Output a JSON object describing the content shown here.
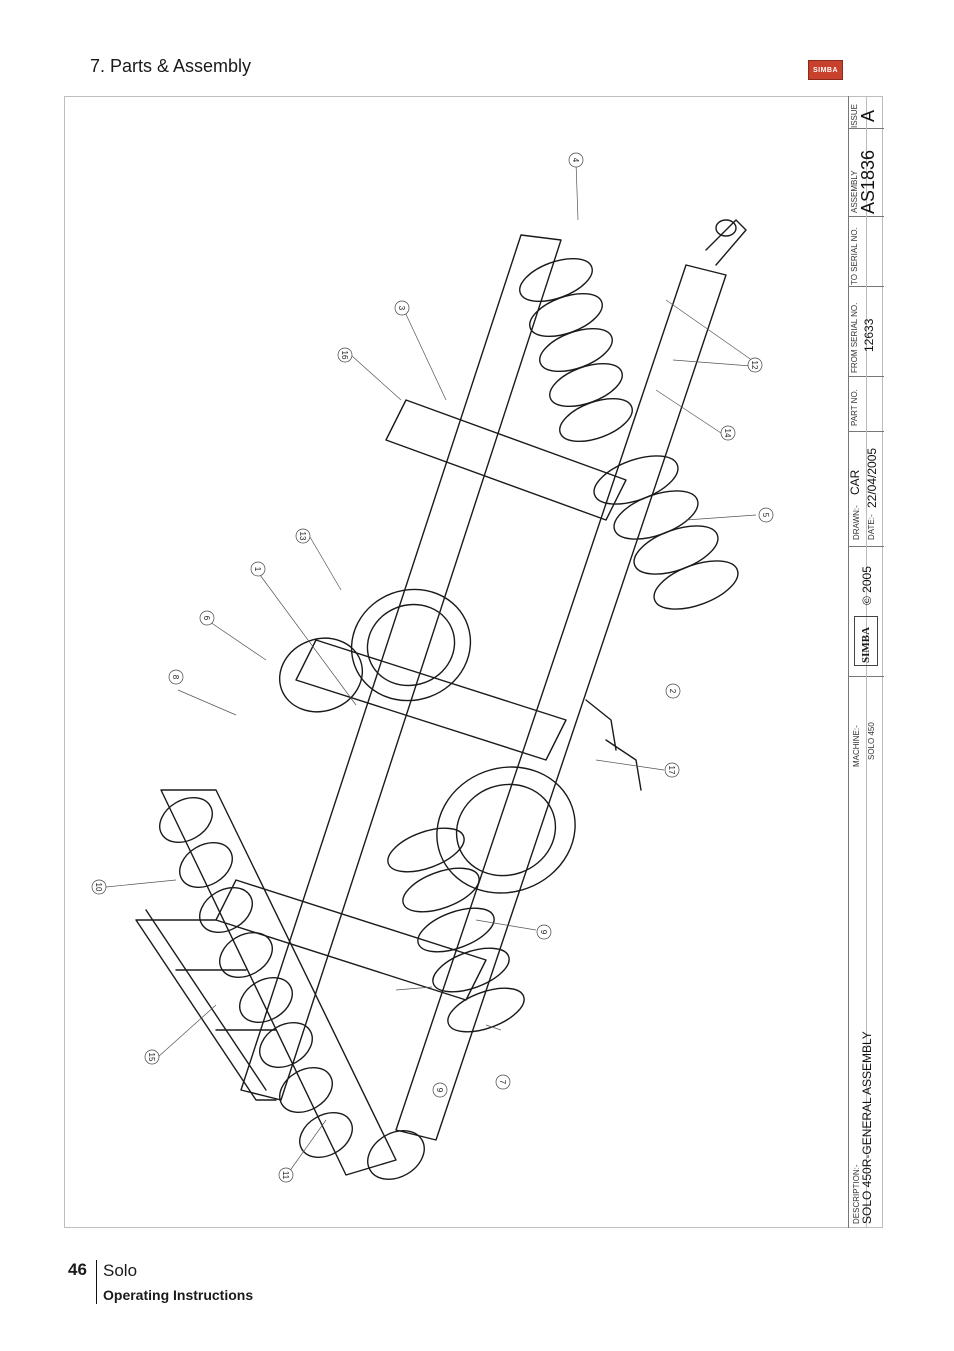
{
  "header": {
    "section_title": "7. Parts & Assembly",
    "logo_text": "SIMBA"
  },
  "drawing": {
    "callouts": [
      "1",
      "2",
      "3",
      "4",
      "5",
      "6",
      "7",
      "8",
      "9",
      "9",
      "10",
      "11",
      "12",
      "13",
      "14",
      "15",
      "16",
      "17"
    ]
  },
  "title_block": {
    "issue_label": "ISSUE",
    "issue_value": "A",
    "assembly_label": "ASSEMBLY",
    "assembly_value": "AS1836",
    "to_serial_label": "TO SERIAL NO.",
    "from_serial_label": "FROM SERIAL NO.",
    "from_serial_value": "12633",
    "part_no_label": "PART NO.",
    "drawn_label": "DRAWN:-",
    "drawn_value": "CAR",
    "date_label": "DATE:-",
    "date_value": "22/04/2005",
    "copyright": "© 2005",
    "logo_text": "SIMBA",
    "machine_label": "MACHINE:-",
    "machine_value": "SOLO 450",
    "description_label": "DESCRIPTION:-",
    "description_value": "SOLO 450R-GENERAL ASSEMBLY"
  },
  "footer": {
    "page_number": "46",
    "title": "Solo",
    "subtitle": "Operating Instructions"
  }
}
